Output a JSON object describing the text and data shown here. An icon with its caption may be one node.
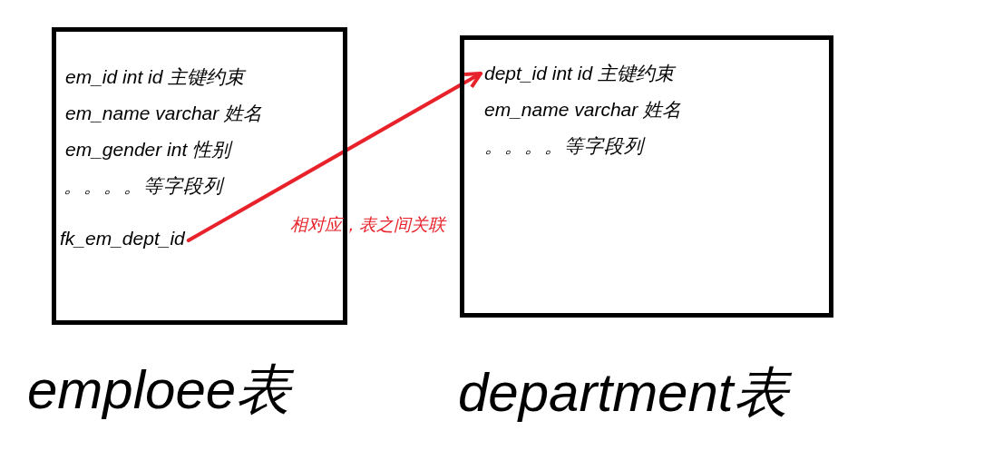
{
  "diagram": {
    "nodes": [
      {
        "text": [],
        "shape": "box"
      },
      {
        "text": [
          "em_id int id 主键约束"
        ],
        "in": 0
      },
      {
        "text": [
          "em_name varchar 姓名"
        ],
        "in": 0
      },
      {
        "text": [
          "em_gender int 性别"
        ],
        "in": 0
      },
      {
        "text": [
          "。。。。等字段列"
        ],
        "in": 0
      },
      {
        "text": [
          "fk_em_dept_id"
        ],
        "in": 0
      },
      {
        "text": [],
        "shape": "box"
      },
      {
        "text": [
          "dept_id int id 主键约束"
        ],
        "in": 6
      },
      {
        "text": [
          "em_name varchar 姓名"
        ],
        "in": 6
      },
      {
        "text": [
          "。。。。等字段列"
        ],
        "in": 6
      }
    ],
    "edges": [
      {
        "from": 5,
        "to": 7,
        "arrow": "to",
        "label": "相对应，表之间关联",
        "color": "#e8222a"
      }
    ],
    "labels": [
      "emploee表",
      "department表"
    ]
  }
}
